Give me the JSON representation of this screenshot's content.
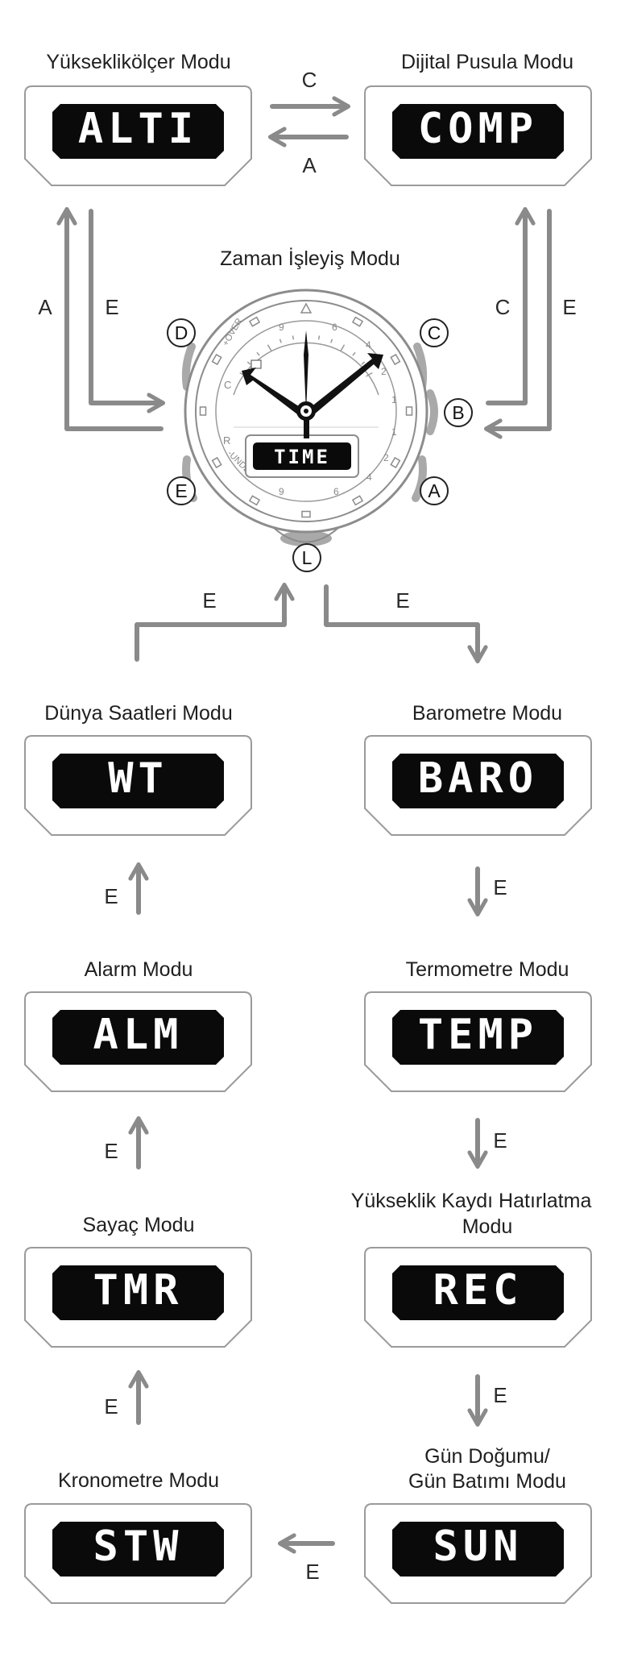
{
  "center_title": "Zaman İşleyiş Modu",
  "modes": {
    "alti": {
      "title": "Yükseklikölçer Modu",
      "lcd": "ALTI"
    },
    "comp": {
      "title": "Dijital Pusula Modu",
      "lcd": "COMP"
    },
    "wt": {
      "title": "Dünya Saatleri Modu",
      "lcd": "WT"
    },
    "baro": {
      "title": "Barometre Modu",
      "lcd": "BARO"
    },
    "alm": {
      "title": "Alarm Modu",
      "lcd": "ALM"
    },
    "temp": {
      "title": "Termometre Modu",
      "lcd": "TEMP"
    },
    "tmr": {
      "title": "Sayaç Modu",
      "lcd": "TMR"
    },
    "rec": {
      "title_line1": "Yükseklik Kaydı Hatırlatma",
      "title_line2": "Modu",
      "lcd": "REC"
    },
    "stw": {
      "title": "Kronometre Modu",
      "lcd": "STW"
    },
    "sun": {
      "title_line1": "Gün Doğumu/",
      "title_line2": "Gün Batımı Modu",
      "lcd": "SUN"
    }
  },
  "watch": {
    "lcd": "TIME",
    "buttons": {
      "a": "A",
      "b": "B",
      "c": "C",
      "d": "D",
      "e": "E",
      "l": "L"
    },
    "dial": {
      "over": "+OVER",
      "under": "-UNDER",
      "c": "C",
      "r": "R",
      "nums_top_left": "9",
      "nums_top_right_6": "6",
      "nums_top_right_4": "4",
      "nums_right_2a": "2",
      "nums_right_1a": "1",
      "nums_right_1b": "1",
      "nums_right_2b": "2",
      "nums_bottom_4": "4",
      "nums_bottom_6": "6",
      "nums_bottom_9": "9"
    }
  },
  "arrow_labels": {
    "c_top": "C",
    "a_top": "A",
    "a_left": "A",
    "e_left": "E",
    "c_right": "C",
    "e_right": "E",
    "e_wt_to_watch": "E",
    "e_watch_to_baro": "E",
    "e_baro_temp": "E",
    "e_temp_rec": "E",
    "e_rec_sun": "E",
    "e_sun_stw": "E",
    "e_stw_tmr": "E",
    "e_tmr_alm": "E",
    "e_alm_wt": "E"
  },
  "colors": {
    "arrow": "#8a8a8a",
    "lcd_bg": "#0a0a0a",
    "box_border": "#9a9a9a",
    "watch_line": "#8c8c8c",
    "button_fill": "#a9a9a9"
  }
}
